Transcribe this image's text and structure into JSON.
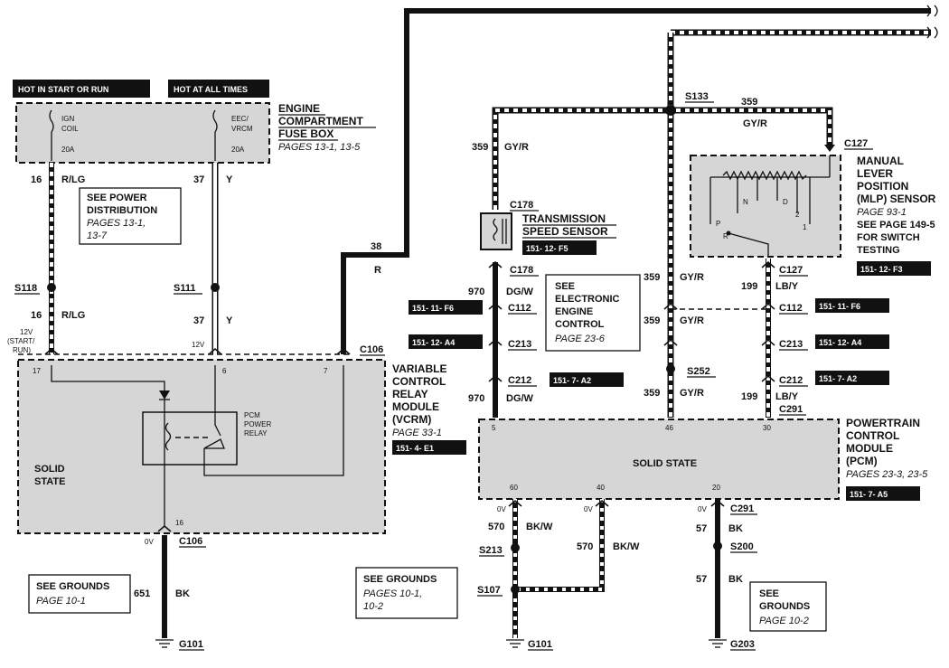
{
  "power": {
    "hot_start_run": "HOT IN START OR RUN",
    "hot_all_times": "HOT AT ALL TIMES"
  },
  "fuse_box": {
    "title": [
      "ENGINE",
      "COMPARTMENT",
      "FUSE BOX"
    ],
    "pages": "PAGES 13-1, 13-5",
    "fuse1_name": [
      "IGN",
      "COIL"
    ],
    "fuse1_rating": "20A",
    "fuse2_name": [
      "EEC/",
      "VRCM"
    ],
    "fuse2_rating": "20A"
  },
  "wires": {
    "w16_top": {
      "circuit": "16",
      "color": "R/LG"
    },
    "w37_top": {
      "circuit": "37",
      "color": "Y"
    },
    "w16_bot": {
      "circuit": "16",
      "color": "R/LG"
    },
    "w37_bot": {
      "circuit": "37",
      "color": "Y"
    },
    "w38": {
      "circuit": "38",
      "color": "R"
    },
    "w651": {
      "circuit": "651",
      "color": "BK"
    },
    "w359_left": {
      "circuit": "359",
      "color": "GY/R"
    },
    "w359_top": {
      "circuit": "359",
      "color": "GY/R"
    },
    "w970_a": {
      "circuit": "970",
      "color": "DG/W"
    },
    "w970_b": {
      "circuit": "970",
      "color": "DG/W"
    },
    "w359_m1": {
      "circuit": "359",
      "color": "GY/R"
    },
    "w359_m2": {
      "circuit": "359",
      "color": "GY/R"
    },
    "w359_m3": {
      "circuit": "359",
      "color": "GY/R"
    },
    "w199_a": {
      "circuit": "199",
      "color": "LB/Y"
    },
    "w199_b": {
      "circuit": "199",
      "color": "LB/Y"
    },
    "w570_a": {
      "circuit": "570",
      "color": "BK/W"
    },
    "w570_b": {
      "circuit": "570",
      "color": "BK/W"
    },
    "w57_a": {
      "circuit": "57",
      "color": "BK"
    },
    "w57_b": {
      "circuit": "57",
      "color": "BK"
    }
  },
  "splices": {
    "s118": "S118",
    "s111": "S111",
    "s133": "S133",
    "s252": "S252",
    "s213": "S213",
    "s107": "S107",
    "s200": "S200"
  },
  "connectors": {
    "c106_top": "C106",
    "c106_bot": "C106",
    "c178_top": "C178",
    "c178_bot": "C178",
    "c112_left": "C112",
    "c213_left": "C213",
    "c212_left": "C212",
    "c127_top": "C127",
    "c127_bot": "C127",
    "c112_right": "C112",
    "c213_right": "C213",
    "c212_right": "C212",
    "c291_top": "C291",
    "c291_bot": "C291"
  },
  "grounds": {
    "g101_left": "G101",
    "g101_mid": "G101",
    "g203": "G203"
  },
  "pins": {
    "vcrm_17": "17",
    "vcrm_6": "6",
    "vcrm_7": "7",
    "vcrm_16": "16",
    "pcm_5": "5",
    "pcm_46": "46",
    "pcm_30": "30",
    "pcm_60": "60",
    "pcm_40": "40",
    "pcm_20": "20"
  },
  "voltages": {
    "v12_start_run": [
      "12V",
      "(START/",
      "RUN)"
    ],
    "v12_37": "12V",
    "v0_vcrm": "0V",
    "v0_570a": "0V",
    "v0_570b": "0V",
    "v0_57": "0V"
  },
  "notes": {
    "power_dist": {
      "title": [
        "SEE POWER",
        "DISTRIBUTION"
      ],
      "pages": [
        "PAGES 13-1,",
        "13-7"
      ]
    },
    "eec": {
      "title": [
        "SEE",
        "ELECTRONIC",
        "ENGINE",
        "CONTROL"
      ],
      "pages": "PAGE 23-6"
    },
    "grounds_left": {
      "title": "SEE GROUNDS",
      "pages": "PAGE 10-1"
    },
    "grounds_mid": {
      "title": "SEE GROUNDS",
      "pages": [
        "PAGES 10-1,",
        "10-2"
      ]
    },
    "grounds_right": {
      "title": [
        "SEE",
        "GROUNDS"
      ],
      "pages": "PAGE 10-2"
    }
  },
  "vcrm": {
    "title": [
      "VARIABLE",
      "CONTROL",
      "RELAY",
      "MODULE",
      "(VCRM)"
    ],
    "pages": "PAGE 33-1",
    "ref": "151-  4-    E1",
    "solid_state": [
      "SOLID",
      "STATE"
    ],
    "relay_label": [
      "PCM",
      "POWER",
      "RELAY"
    ]
  },
  "pcm": {
    "title": [
      "POWERTRAIN",
      "CONTROL",
      "MODULE",
      "(PCM)"
    ],
    "pages": "PAGES 23-3, 23-5",
    "ref": "151-  7-    A5",
    "solid_state": "SOLID STATE"
  },
  "tss": {
    "title": [
      "TRANSMISSION",
      "SPEED SENSOR"
    ],
    "ref": "151-  12-   F5"
  },
  "mlp": {
    "title": [
      "MANUAL",
      "LEVER",
      "POSITION",
      "(MLP) SENSOR"
    ],
    "page": "PAGE 93-1",
    "see": [
      "SEE PAGE 149-5",
      "FOR SWITCH",
      "TESTING"
    ],
    "ref": "151-  12-   F3",
    "positions": [
      "R",
      "P",
      "N",
      "D",
      "2",
      "1"
    ]
  },
  "refs": {
    "c112_left": "151-  11-   F6",
    "c213_left": "151-  12-   A4",
    "c212_left": "151-  7-    A2",
    "c112_right": "151-  11-   F6",
    "c213_right": "151-  12-   A4",
    "c212_right": "151-  7-    A2"
  }
}
